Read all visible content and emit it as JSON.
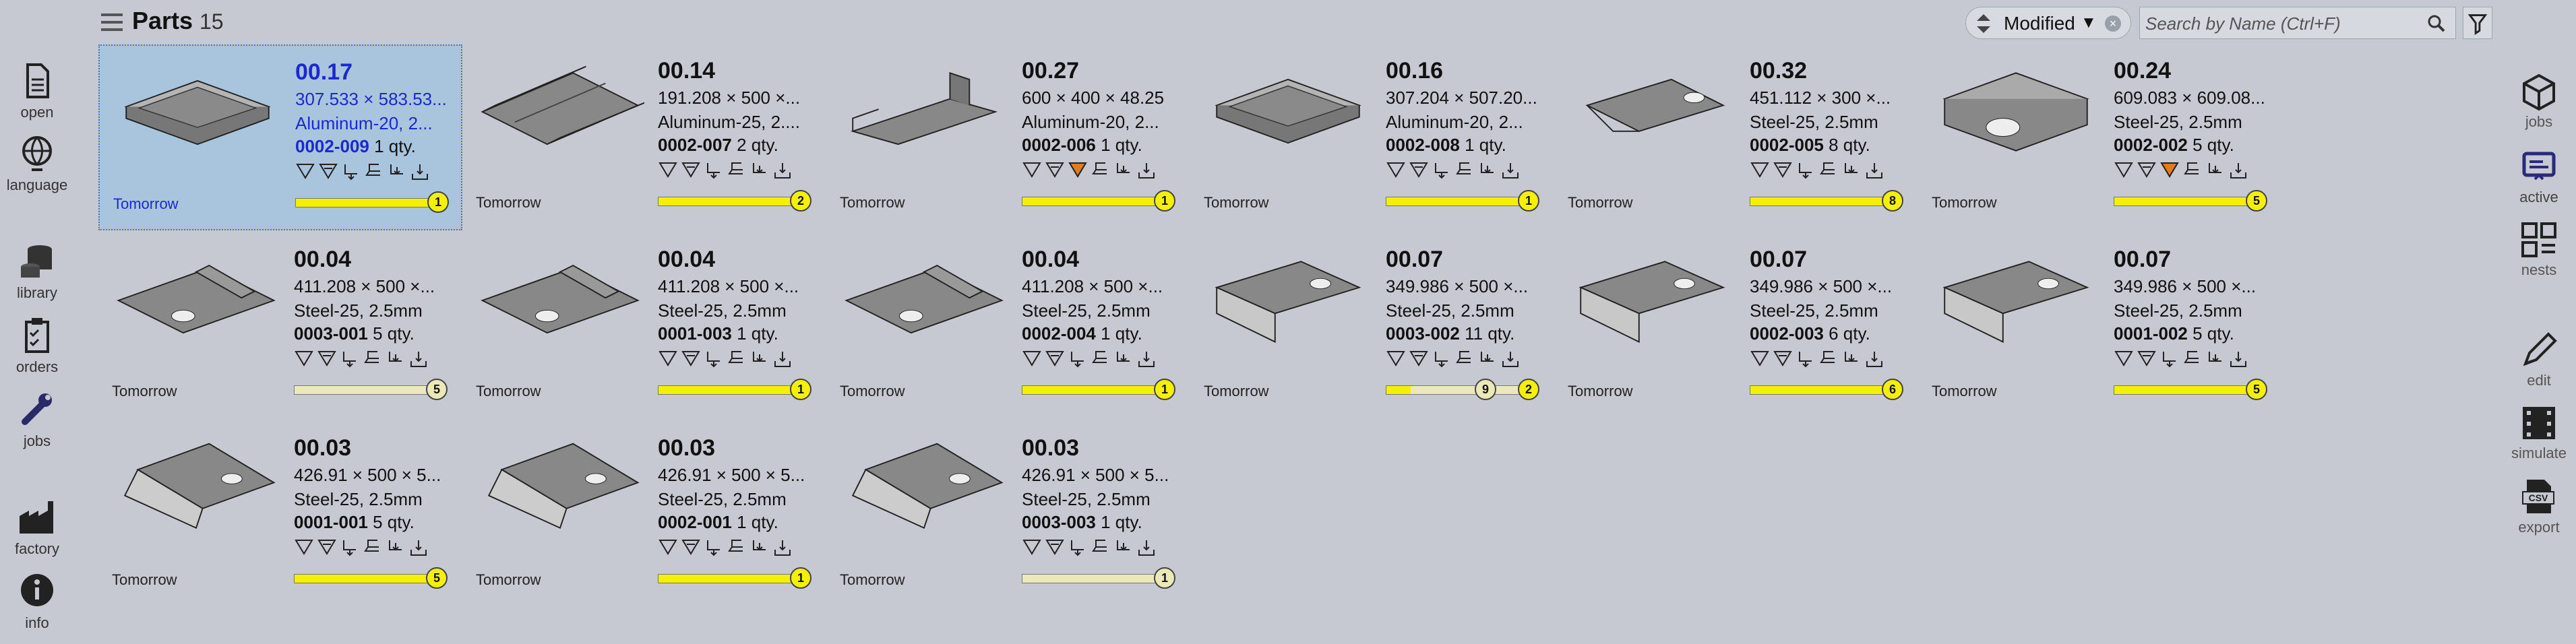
{
  "header": {
    "title": "Parts",
    "count": "15",
    "sort": {
      "label": "Modified"
    },
    "search": {
      "placeholder": "Search by Name (Ctrl+F)"
    }
  },
  "left_nav": [
    {
      "id": "open",
      "label": "open",
      "icon": "document-icon"
    },
    {
      "id": "language",
      "label": "language",
      "icon": "globe-icon"
    },
    {
      "id": "library",
      "label": "library",
      "icon": "stack-icon"
    },
    {
      "id": "orders",
      "label": "orders",
      "icon": "clipboard-icon"
    },
    {
      "id": "jobs",
      "label": "jobs",
      "icon": "wrench-icon"
    },
    {
      "id": "factory",
      "label": "factory",
      "icon": "factory-icon"
    },
    {
      "id": "info",
      "label": "info",
      "icon": "info-icon"
    }
  ],
  "right_nav": [
    {
      "id": "jobs",
      "label": "jobs",
      "icon": "cube-icon"
    },
    {
      "id": "active",
      "label": "active",
      "icon": "active-icon"
    },
    {
      "id": "nests",
      "label": "nests",
      "icon": "nest-icon"
    },
    {
      "id": "edit",
      "label": "edit",
      "icon": "pencil-icon"
    },
    {
      "id": "simulate",
      "label": "simulate",
      "icon": "film-icon"
    },
    {
      "id": "export",
      "label": "export",
      "icon": "csv-icon"
    }
  ],
  "colors": {
    "background": "#c6c9d1",
    "selected": "#a9c4dd",
    "progress_fill": "#f5f000",
    "progress_empty": "#ece9b8",
    "selected_text": "#1a2ad0"
  },
  "parts": [
    {
      "name": "00.17",
      "dims": "307.533 × 583.53...",
      "material": "Aluminum-20, 2...",
      "job": "0002-009",
      "qty": "1 qty.",
      "due": "Tomorrow",
      "shape": "tray",
      "badge": "1",
      "progress": 1.0,
      "selected": true,
      "highlight_op": false
    },
    {
      "name": "00.14",
      "dims": "191.208 × 500 ×...",
      "material": "Aluminum-25, 2....",
      "job": "0002-007",
      "qty": "2 qty.",
      "due": "Tomorrow",
      "shape": "channel",
      "badge": "2",
      "progress": 1.0,
      "selected": false,
      "highlight_op": false
    },
    {
      "name": "00.27",
      "dims": "600 × 400 × 48.25",
      "material": "Aluminum-20, 2...",
      "job": "0002-006",
      "qty": "1 qty.",
      "due": "Tomorrow",
      "shape": "zbracket",
      "badge": "1",
      "progress": 1.0,
      "selected": false,
      "highlight_op": true
    },
    {
      "name": "00.16",
      "dims": "307.204 × 507.20...",
      "material": "Aluminum-20, 2...",
      "job": "0002-008",
      "qty": "1 qty.",
      "due": "Tomorrow",
      "shape": "tray",
      "badge": "1",
      "progress": 1.0,
      "selected": false,
      "highlight_op": false
    },
    {
      "name": "00.32",
      "dims": "451.112 × 300 ×...",
      "material": "Steel-25, 2.5mm",
      "job": "0002-005",
      "qty": "8 qty.",
      "due": "Tomorrow",
      "shape": "plate_hole_lip",
      "badge": "8",
      "progress": 1.0,
      "selected": false,
      "highlight_op": false
    },
    {
      "name": "00.24",
      "dims": "609.083 × 609.08...",
      "material": "Steel-25, 2.5mm",
      "job": "0002-002",
      "qty": "5 qty.",
      "due": "Tomorrow",
      "shape": "box_hole",
      "badge": "5",
      "progress": 1.0,
      "selected": false,
      "highlight_op": true
    },
    {
      "name": "00.04",
      "dims": "411.208 × 500 ×...",
      "material": "Steel-25, 2.5mm",
      "job": "0003-001",
      "qty": "5 qty.",
      "due": "Tomorrow",
      "shape": "plate_rib_hole",
      "badge": "5",
      "progress": 0.0,
      "selected": false,
      "highlight_op": false
    },
    {
      "name": "00.04",
      "dims": "411.208 × 500 ×...",
      "material": "Steel-25, 2.5mm",
      "job": "0001-003",
      "qty": "1 qty.",
      "due": "Tomorrow",
      "shape": "plate_rib_hole",
      "badge": "1",
      "progress": 1.0,
      "selected": false,
      "highlight_op": false
    },
    {
      "name": "00.04",
      "dims": "411.208 × 500 ×...",
      "material": "Steel-25, 2.5mm",
      "job": "0002-004",
      "qty": "1 qty.",
      "due": "Tomorrow",
      "shape": "plate_rib_hole",
      "badge": "1",
      "progress": 1.0,
      "selected": false,
      "highlight_op": false
    },
    {
      "name": "00.07",
      "dims": "349.986 × 500 ×...",
      "material": "Steel-25, 2.5mm",
      "job": "0003-002",
      "qty": "11 qty.",
      "due": "Tomorrow",
      "shape": "plate_fold_hole",
      "badge": "2",
      "badge2": "9",
      "progress": 0.18,
      "selected": false,
      "highlight_op": false
    },
    {
      "name": "00.07",
      "dims": "349.986 × 500 ×...",
      "material": "Steel-25, 2.5mm",
      "job": "0002-003",
      "qty": "6 qty.",
      "due": "Tomorrow",
      "shape": "plate_fold_hole",
      "badge": "6",
      "progress": 1.0,
      "selected": false,
      "highlight_op": false
    },
    {
      "name": "00.07",
      "dims": "349.986 × 500 ×...",
      "material": "Steel-25, 2.5mm",
      "job": "0001-002",
      "qty": "5 qty.",
      "due": "Tomorrow",
      "shape": "plate_fold_hole",
      "badge": "5",
      "progress": 1.0,
      "selected": false,
      "highlight_op": false
    },
    {
      "name": "00.03",
      "dims": "426.91 × 500 × 5...",
      "material": "Steel-25, 2.5mm",
      "job": "0001-001",
      "qty": "5 qty.",
      "due": "Tomorrow",
      "shape": "plate_flap_hole",
      "badge": "5",
      "progress": 1.0,
      "selected": false,
      "highlight_op": false
    },
    {
      "name": "00.03",
      "dims": "426.91 × 500 × 5...",
      "material": "Steel-25, 2.5mm",
      "job": "0002-001",
      "qty": "1 qty.",
      "due": "Tomorrow",
      "shape": "plate_flap_hole",
      "badge": "1",
      "progress": 1.0,
      "selected": false,
      "highlight_op": false
    },
    {
      "name": "00.03",
      "dims": "426.91 × 500 × 5...",
      "material": "Steel-25, 2.5mm",
      "job": "0003-003",
      "qty": "1 qty.",
      "due": "Tomorrow",
      "shape": "plate_flap_hole",
      "badge": "1",
      "progress": 0.0,
      "selected": false,
      "highlight_op": false
    }
  ]
}
